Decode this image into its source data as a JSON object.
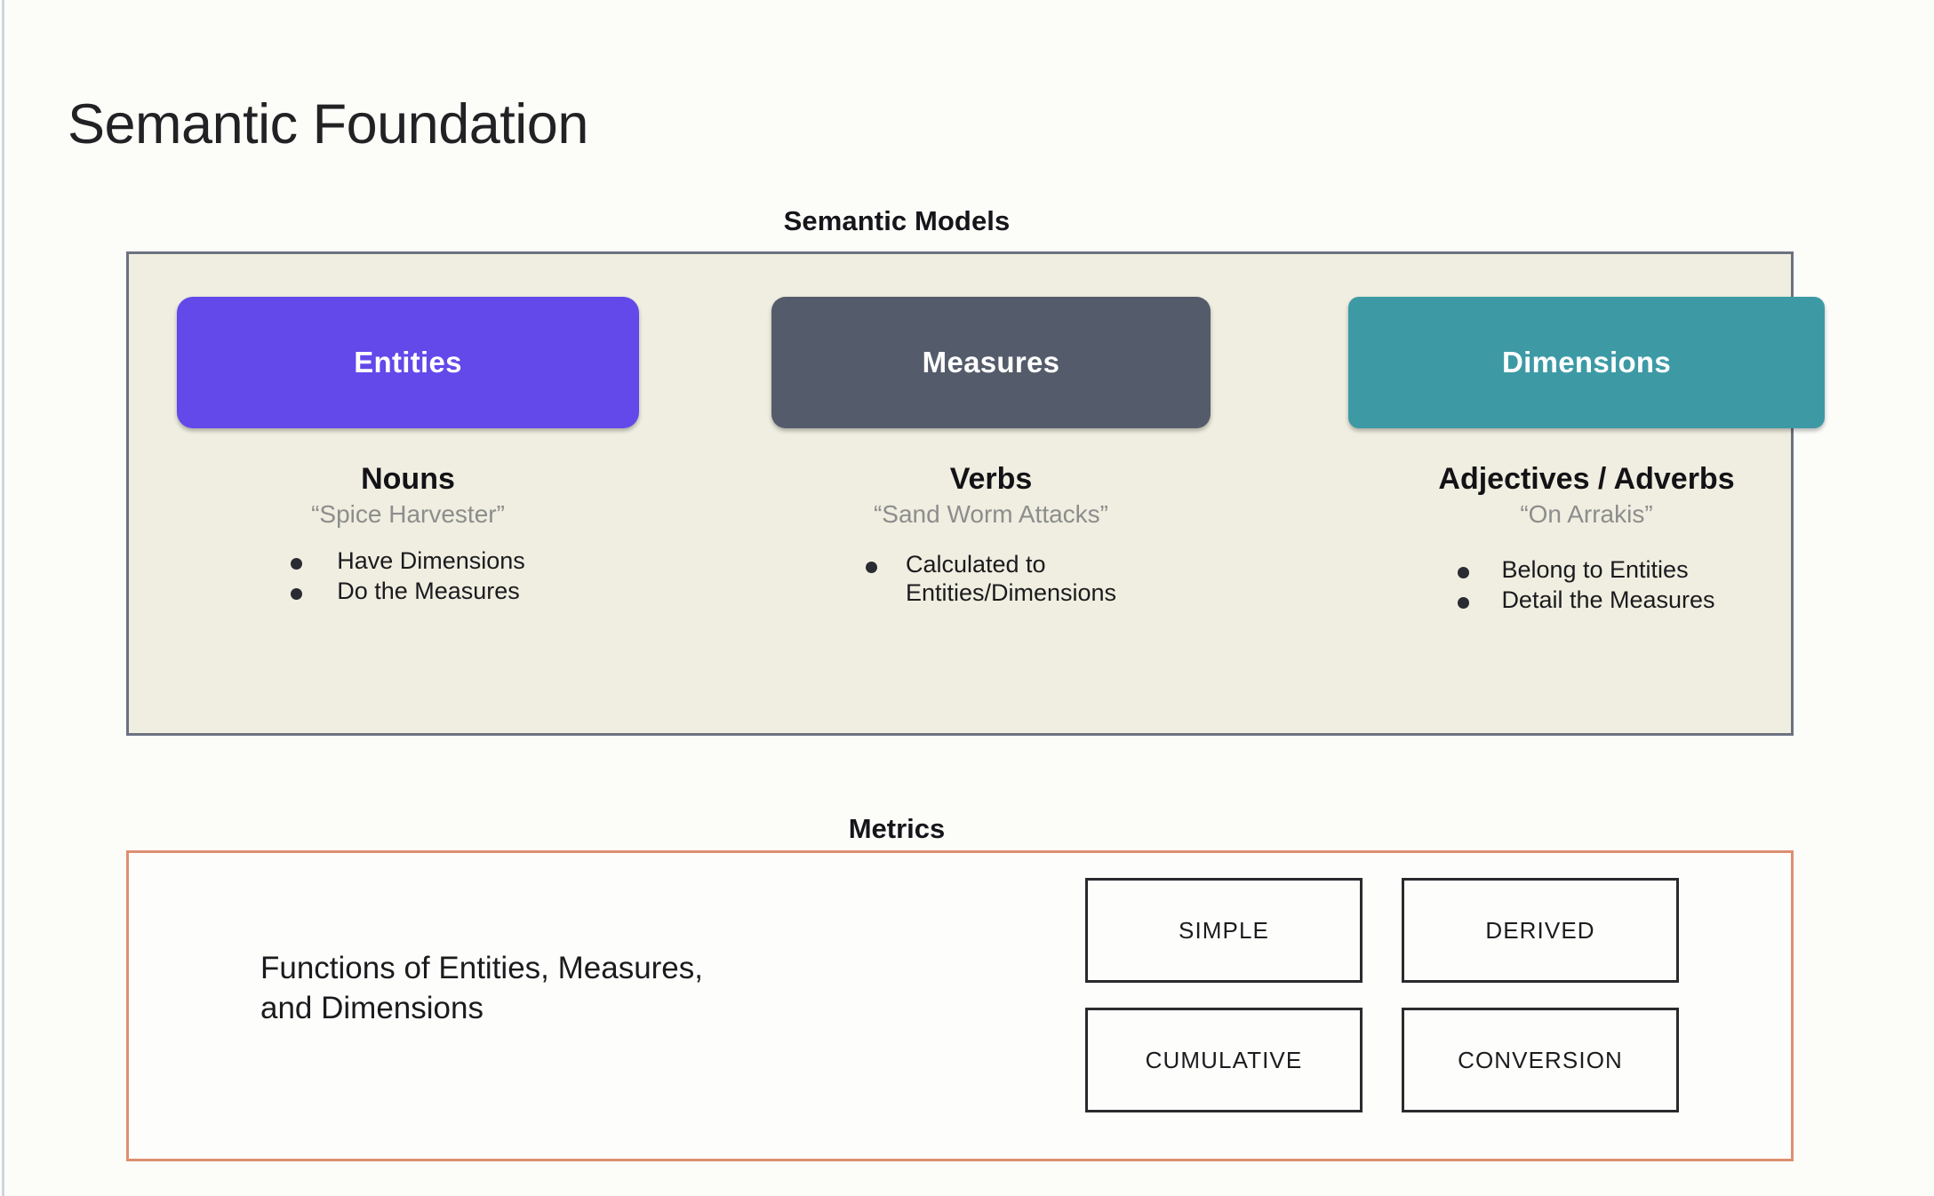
{
  "slide": {
    "title": "Semantic Foundation",
    "background_color": "#fcfcf9"
  },
  "semantic_models": {
    "heading": "Semantic Models",
    "panel_fill": "#efeee0",
    "panel_border": "#6b7280",
    "columns": [
      {
        "chip_label": "Entities",
        "chip_color": "#6348ea",
        "part_of_speech": "Nouns",
        "example": "“Spice Harvester”",
        "bullets": [
          "Have Dimensions",
          "Do the Measures"
        ]
      },
      {
        "chip_label": "Measures",
        "chip_color": "#545c6b",
        "part_of_speech": "Verbs",
        "example": "“Sand Worm Attacks”",
        "bullets": [
          "Calculated to\nEntities/Dimensions"
        ]
      },
      {
        "chip_label": "Dimensions",
        "chip_color": "#3d9aa5",
        "part_of_speech": "Adjectives / Adverbs",
        "example": "“On Arrakis”",
        "bullets": [
          "Belong to Entities",
          "Detail the Measures"
        ]
      }
    ]
  },
  "metrics": {
    "heading": "Metrics",
    "panel_fill": "#fdfdfb",
    "panel_border": "#dd8f72",
    "description": "Functions of Entities, Measures,\nand Dimensions",
    "types": [
      {
        "label": "SIMPLE"
      },
      {
        "label": "DERIVED"
      },
      {
        "label": "CUMULATIVE"
      },
      {
        "label": "CONVERSION"
      }
    ]
  }
}
